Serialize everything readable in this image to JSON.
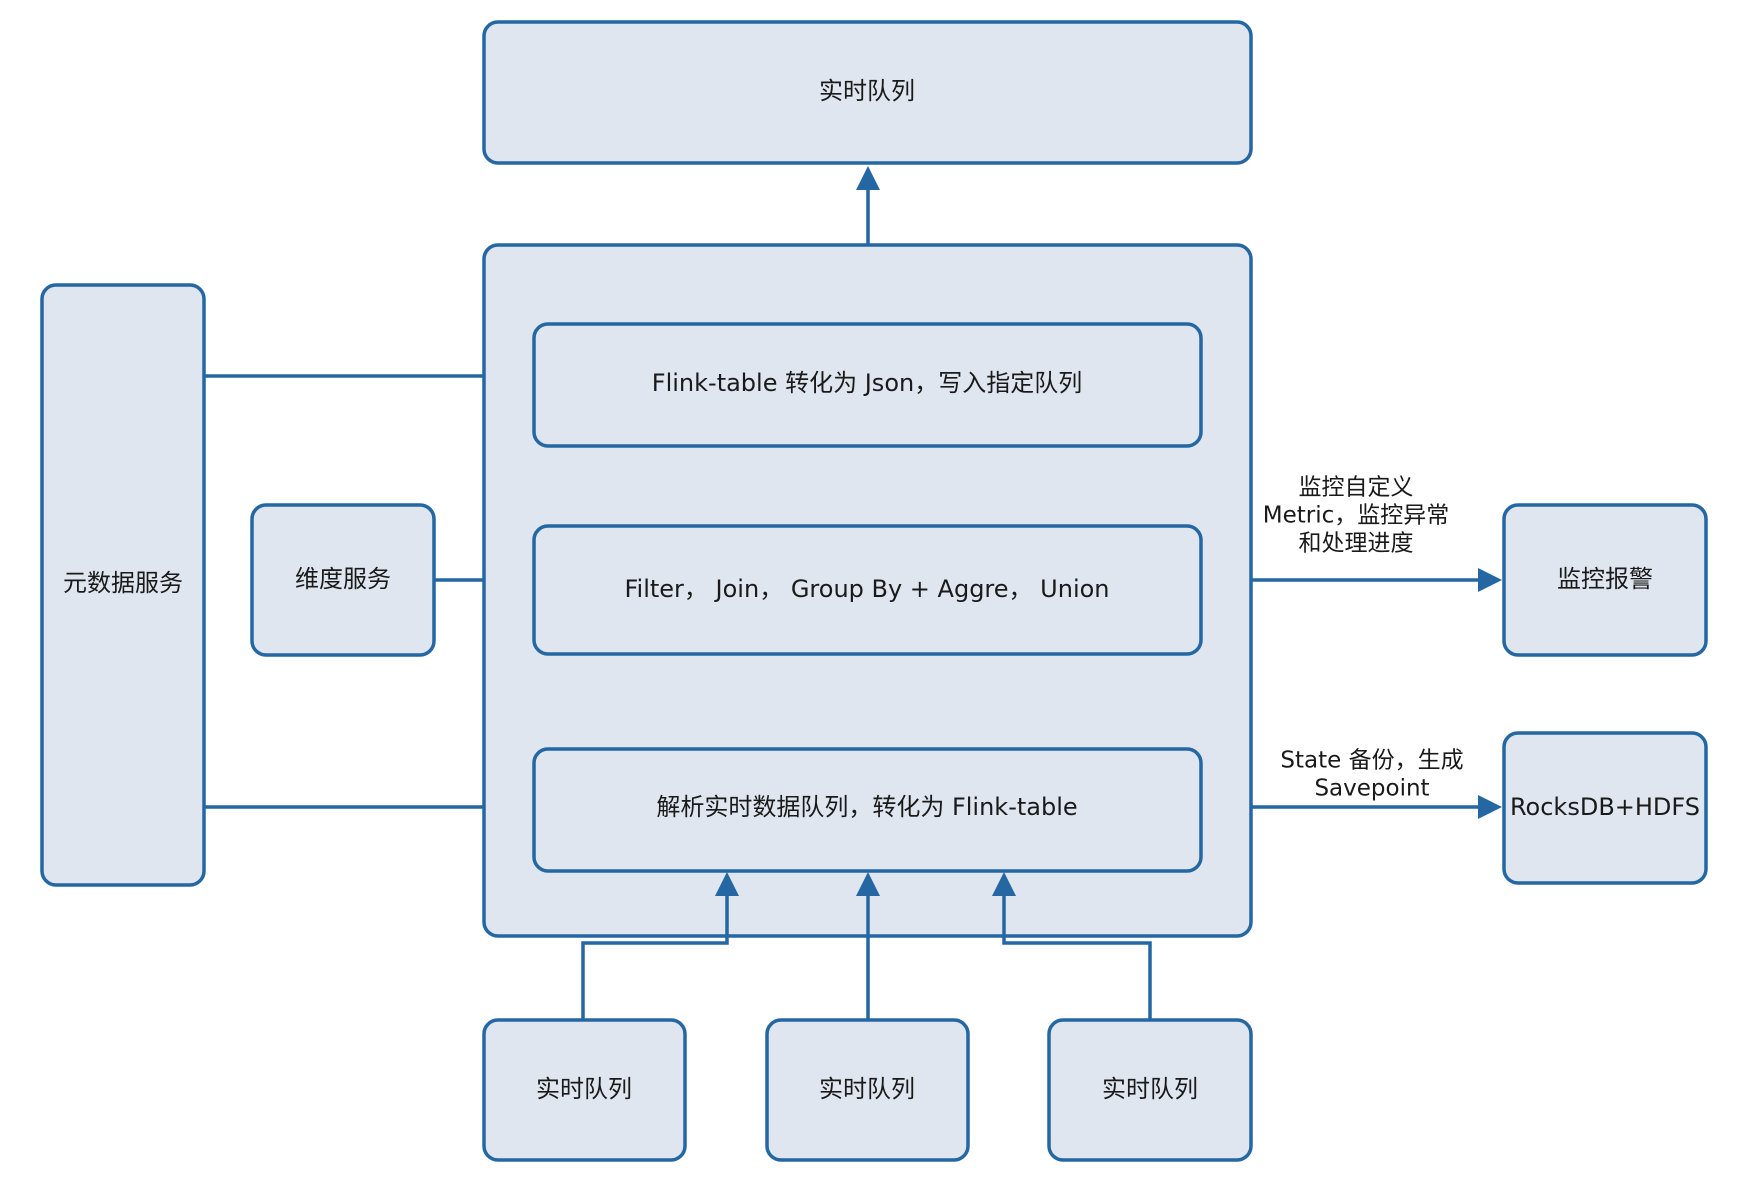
{
  "colors": {
    "node_fill": "#dfe6f0",
    "node_stroke": "#2467a3",
    "edge": "#2467a3",
    "text": "#1a1a1a"
  },
  "nodes": {
    "output_queue": "实时队列",
    "to_json": "Flink-table 转化为 Json，写入指定队列",
    "transform": "Filter， Join， Group By + Aggre， Union",
    "parse": "解析实时数据队列，转化为 Flink-table",
    "metadata_service": "元数据服务",
    "dimension_service": "维度服务",
    "monitor_alert": "监控报警",
    "state_store": "RocksDB+HDFS",
    "input_queue_1": "实时队列",
    "input_queue_2": "实时队列",
    "input_queue_3": "实时队列"
  },
  "edge_labels": {
    "monitor": [
      "监控自定义",
      "Metric，监控异常",
      "和处理进度"
    ],
    "state": [
      "State 备份，生成",
      "Savepoint"
    ]
  }
}
